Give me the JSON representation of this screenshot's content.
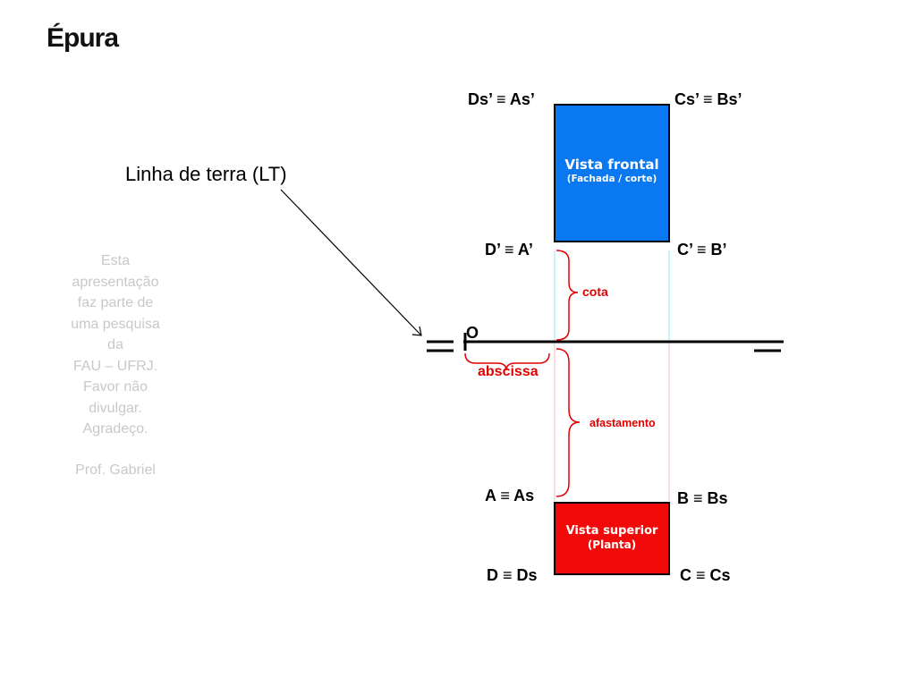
{
  "title": "Épura",
  "lt_label": "Linha de terra (LT)",
  "origin_label": "O",
  "note": {
    "lines": [
      "Esta",
      "apresentação",
      "faz parte de",
      "uma pesquisa",
      "da",
      "FAU – UFRJ.",
      "Favor não",
      "divulgar.",
      "Agradeço."
    ],
    "signature": "Prof. Gabriel"
  },
  "frontal_view": {
    "title": "Vista frontal",
    "subtitle": "(Fachada / corte)",
    "color": "#0a78f0"
  },
  "top_view": {
    "title": "Vista superior",
    "subtitle": "(Planta)",
    "color": "#f20a0a"
  },
  "points": {
    "ds_as": "Ds’ ≡ As’",
    "cs_bs": "Cs’ ≡ Bs’",
    "d_a_prime": "D’ ≡ A’",
    "c_b_prime": "C’ ≡ B’",
    "a_as": "A ≡ As",
    "b_bs": "B ≡ Bs",
    "d_ds": "D ≡ Ds",
    "c_cs": "C ≡ Cs"
  },
  "measures": {
    "cota": "cota",
    "abscissa": "abscissa",
    "afastamento": "afastamento"
  },
  "colors": {
    "annotation_red": "#e10000",
    "cyan_guide": "#8ee8f8",
    "pink_guide": "#f4b8c8"
  }
}
